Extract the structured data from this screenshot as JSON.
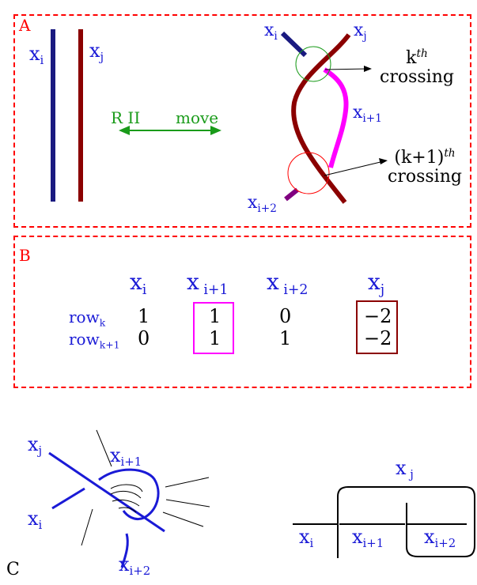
{
  "panel_a": {
    "label": "A",
    "xi": "x",
    "xi_sub": "i",
    "xj": "x",
    "xj_sub": "j",
    "move_left": "R II",
    "move_right": "move",
    "cross_xi": "x",
    "cross_xi_sub": "i",
    "cross_xj": "x",
    "cross_xj_sub": "j",
    "cross_xi1": "x",
    "cross_xi1_sub": "i+1",
    "cross_xi2": "x",
    "cross_xi2_sub": "i+2",
    "kth_base": "k",
    "kth_sup": "th",
    "kth_word": "crossing",
    "k1th_base": "(k+1)",
    "k1th_sup": "th",
    "k1th_word": "crossing"
  },
  "panel_b": {
    "label": "B",
    "headers": [
      {
        "base": "x",
        "sub": "i"
      },
      {
        "base": "x",
        "sub": " i+1"
      },
      {
        "base": "x",
        "sub": " i+2"
      },
      {
        "base": "x",
        "sub": "j"
      }
    ],
    "rows": [
      {
        "base": "row",
        "sub": "k",
        "values": [
          "1",
          "1",
          "0",
          "−2"
        ]
      },
      {
        "base": "row",
        "sub": "k+1",
        "values": [
          "0",
          "1",
          "1",
          "−2"
        ]
      }
    ]
  },
  "panel_c": {
    "label": "C",
    "xj": "x",
    "xj_sub": "j",
    "xi1": "x",
    "xi1_sub": "i+1",
    "xi": "x",
    "xi_sub": "i",
    "xi2": "x",
    "xi2_sub": "i+2",
    "r_xj": "x",
    "r_xj_sub": " j",
    "r_xi": "x",
    "r_xi_sub": "i",
    "r_xi1": "x",
    "r_xi1_sub": "i+1",
    "r_xi2": "x",
    "r_xi2_sub": "i+2"
  },
  "colors": {
    "panel_border": "#ff0000",
    "strand_xi": "#1a1a80",
    "strand_xj": "#8b0000",
    "strand_xi1": "#ff00ff",
    "strand_xi2": "#800080",
    "label_blue": "#1a1ad6",
    "move_green": "#1a9b1a"
  }
}
